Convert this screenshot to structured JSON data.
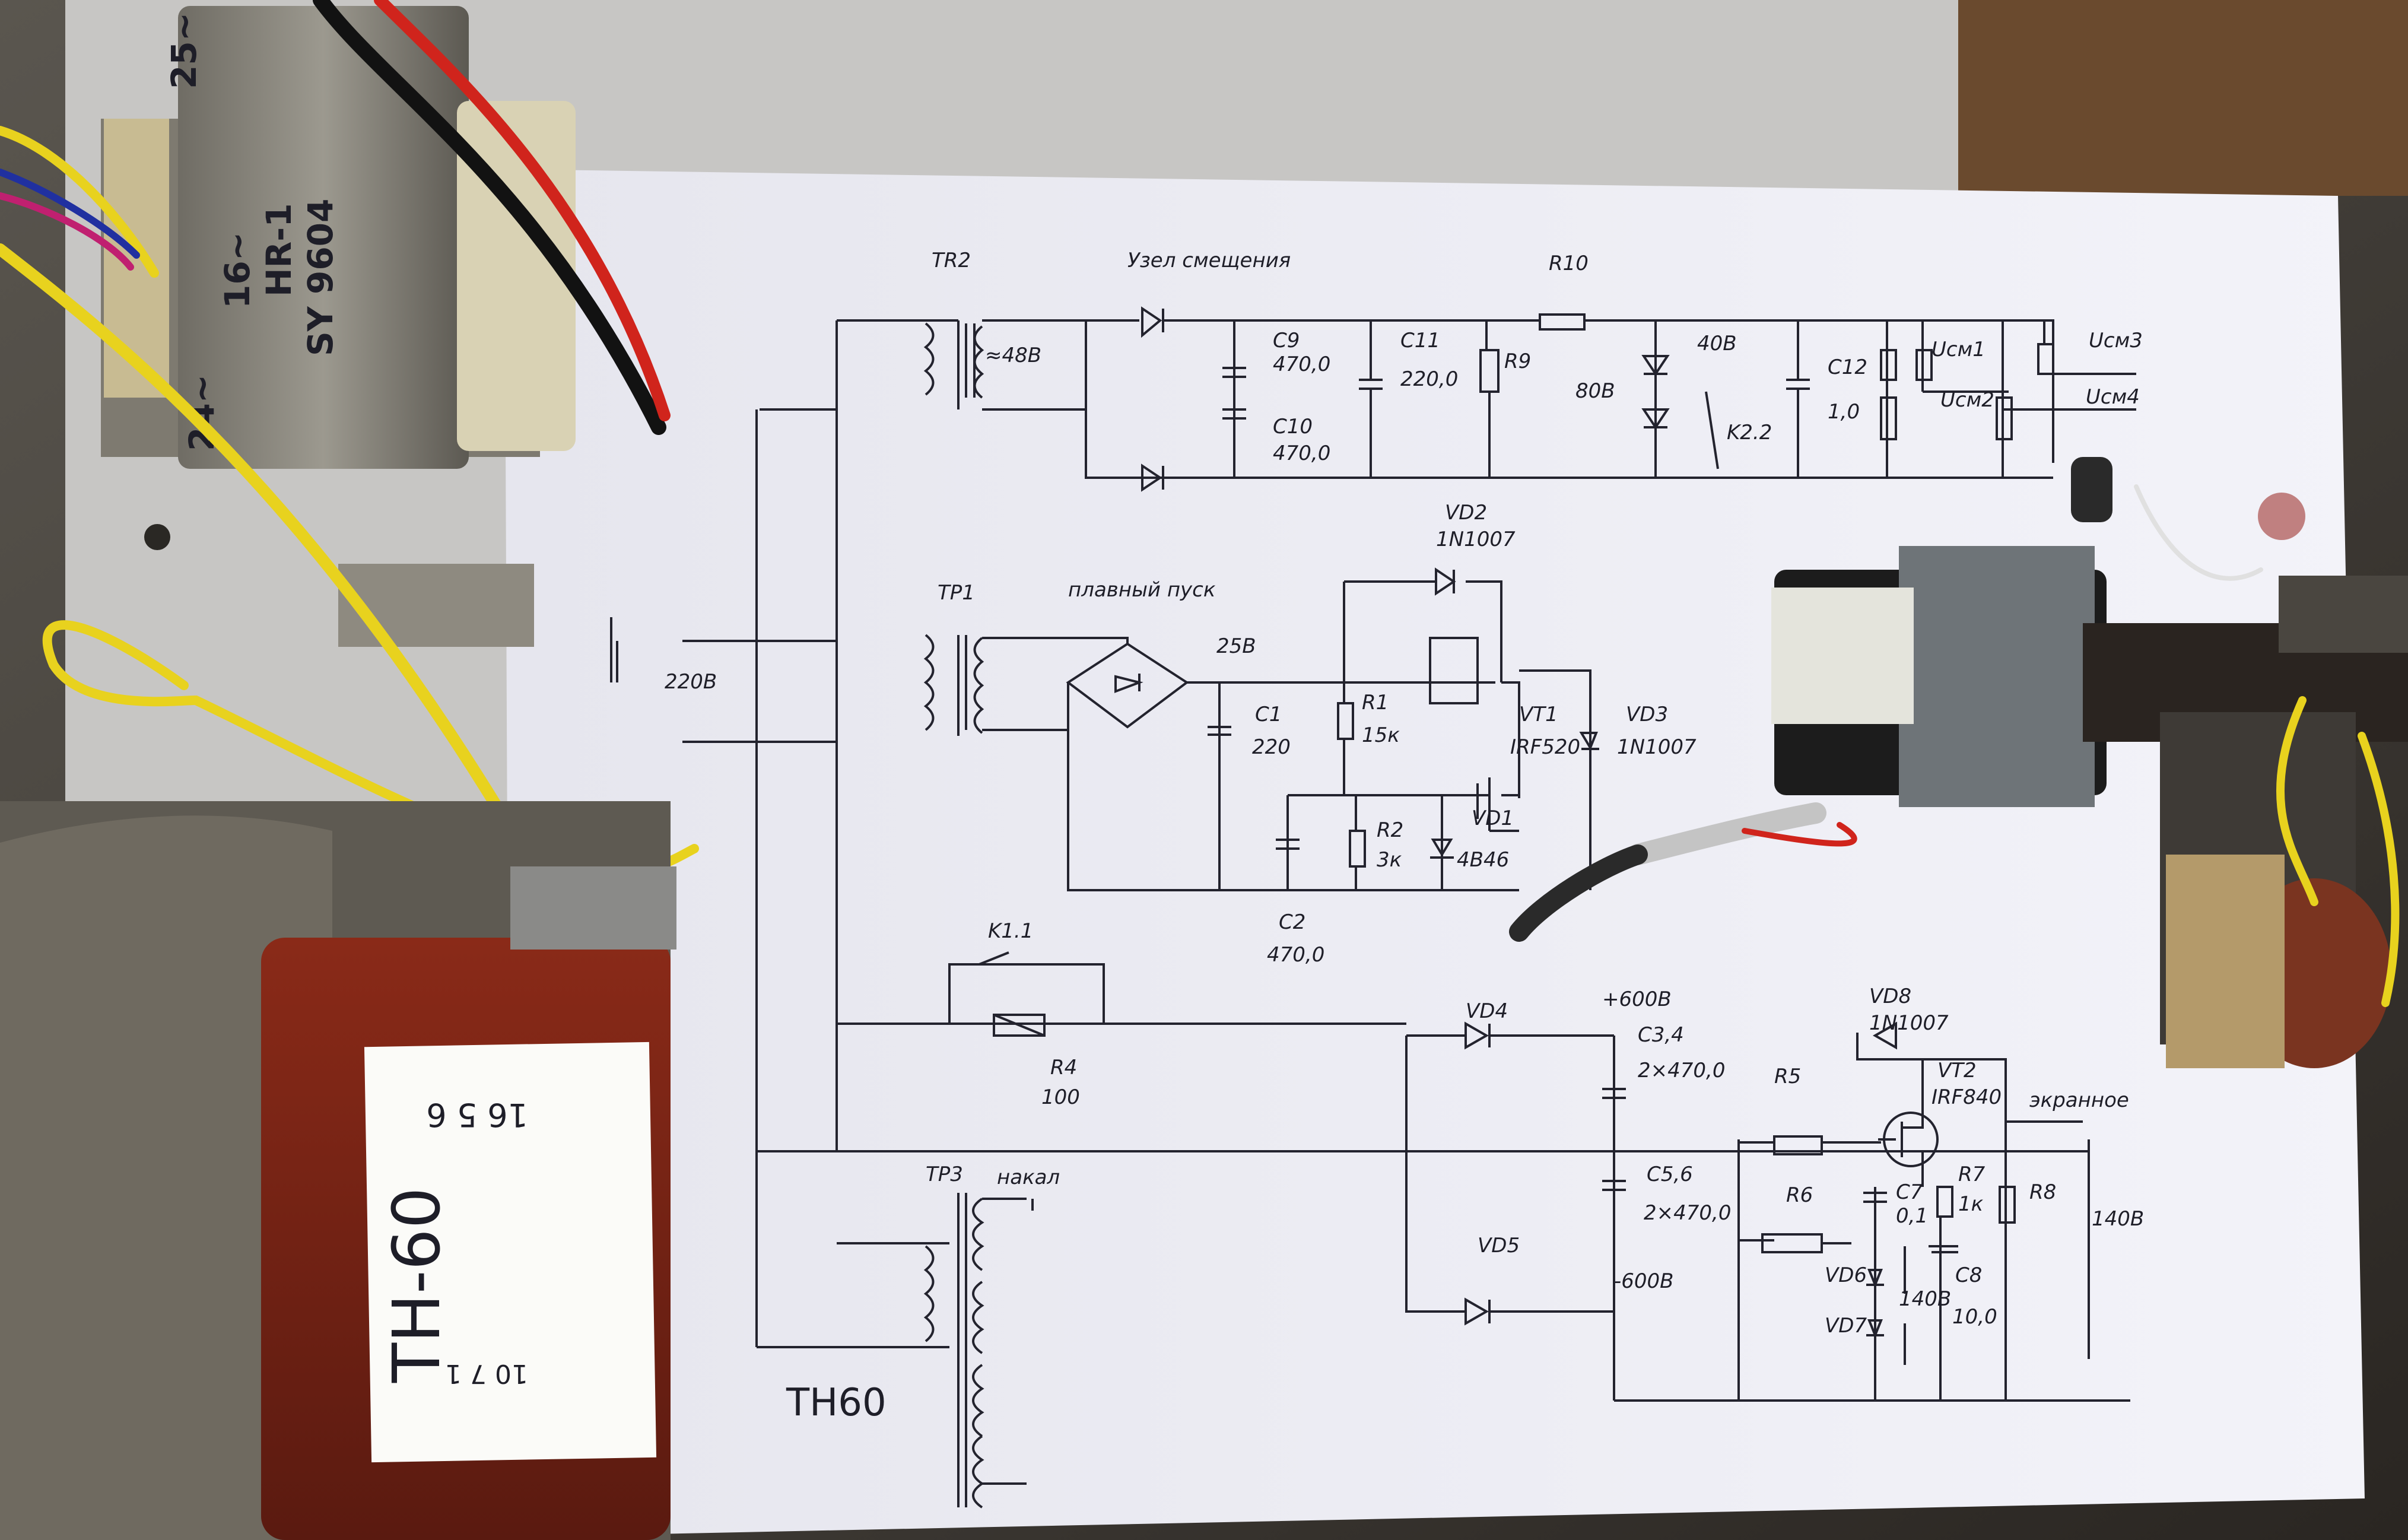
{
  "labels": {
    "tr2": "TR2",
    "uzel": "Узел смещения",
    "r10": "R10",
    "v48": "≈48В",
    "c9": "C9",
    "c9v": "470,0",
    "c10": "C10",
    "c10v": "470,0",
    "c11": "C11",
    "c11v": "220,0",
    "r9": "R9",
    "v80": "80В",
    "v40": "40В",
    "k22": "K2.2",
    "c12": "C12",
    "c12v": "1,0",
    "ucm1": "Uсм1",
    "ucm2": "Uсм2",
    "ucm3": "Uсм3",
    "ucm4": "Uсм4",
    "tr1": "TP1",
    "plavny": "плавный пуск",
    "vd2": "VD2",
    "vd2v": "1N1007",
    "v25": "25В",
    "v220": "220В",
    "c1": "C1",
    "c1v": "220",
    "r1": "R1",
    "r1v": "15к",
    "vt1": "VT1",
    "vt1v": "IRF520",
    "vd3": "VD3",
    "vd3v": "1N1007",
    "r2": "R2",
    "r2v": "3к",
    "vd1": "VD1",
    "vd1v": "4В46",
    "c2": "C2",
    "c2v": "470,0",
    "k11": "K1.1",
    "r4": "R4",
    "r4v": "100",
    "vd4": "VD4",
    "p600": "+600В",
    "c34": "C3,4",
    "c34v": "2×470,0",
    "vd8": "VD8",
    "vd8v": "1N1007",
    "r5": "R5",
    "vt2": "VT2",
    "vt2v": "IRF840",
    "ekran": "экранное",
    "tr3": "TP3",
    "nakal": "накал",
    "c56": "C5,6",
    "c56v": "2×470,0",
    "r6": "R6",
    "c7": "C7",
    "c7v": "0,1",
    "r7": "R7",
    "r7v": "1к",
    "r8": "R8",
    "v140a": "140В",
    "vd5": "VD5",
    "m600": "-600В",
    "vd6": "VD6",
    "v140b": "140В",
    "c8": "C8",
    "c8v": "10,0",
    "vd7": "VD7",
    "th60": "TH60"
  },
  "transformer_small": {
    "line1": "25~",
    "line2": "HR-1",
    "line3": "SY 9604",
    "line4": "16~",
    "line5": "24~"
  },
  "transformer_big": {
    "label": "TH-60",
    "pins": "16  5  6",
    "pins2": "10  7  1"
  },
  "colors": {
    "paper": "#eeeef6",
    "ink": "#1e1e28",
    "wire_yellow": "#e8d21e",
    "wire_red": "#d0241c",
    "copper": "#8a3a22"
  }
}
